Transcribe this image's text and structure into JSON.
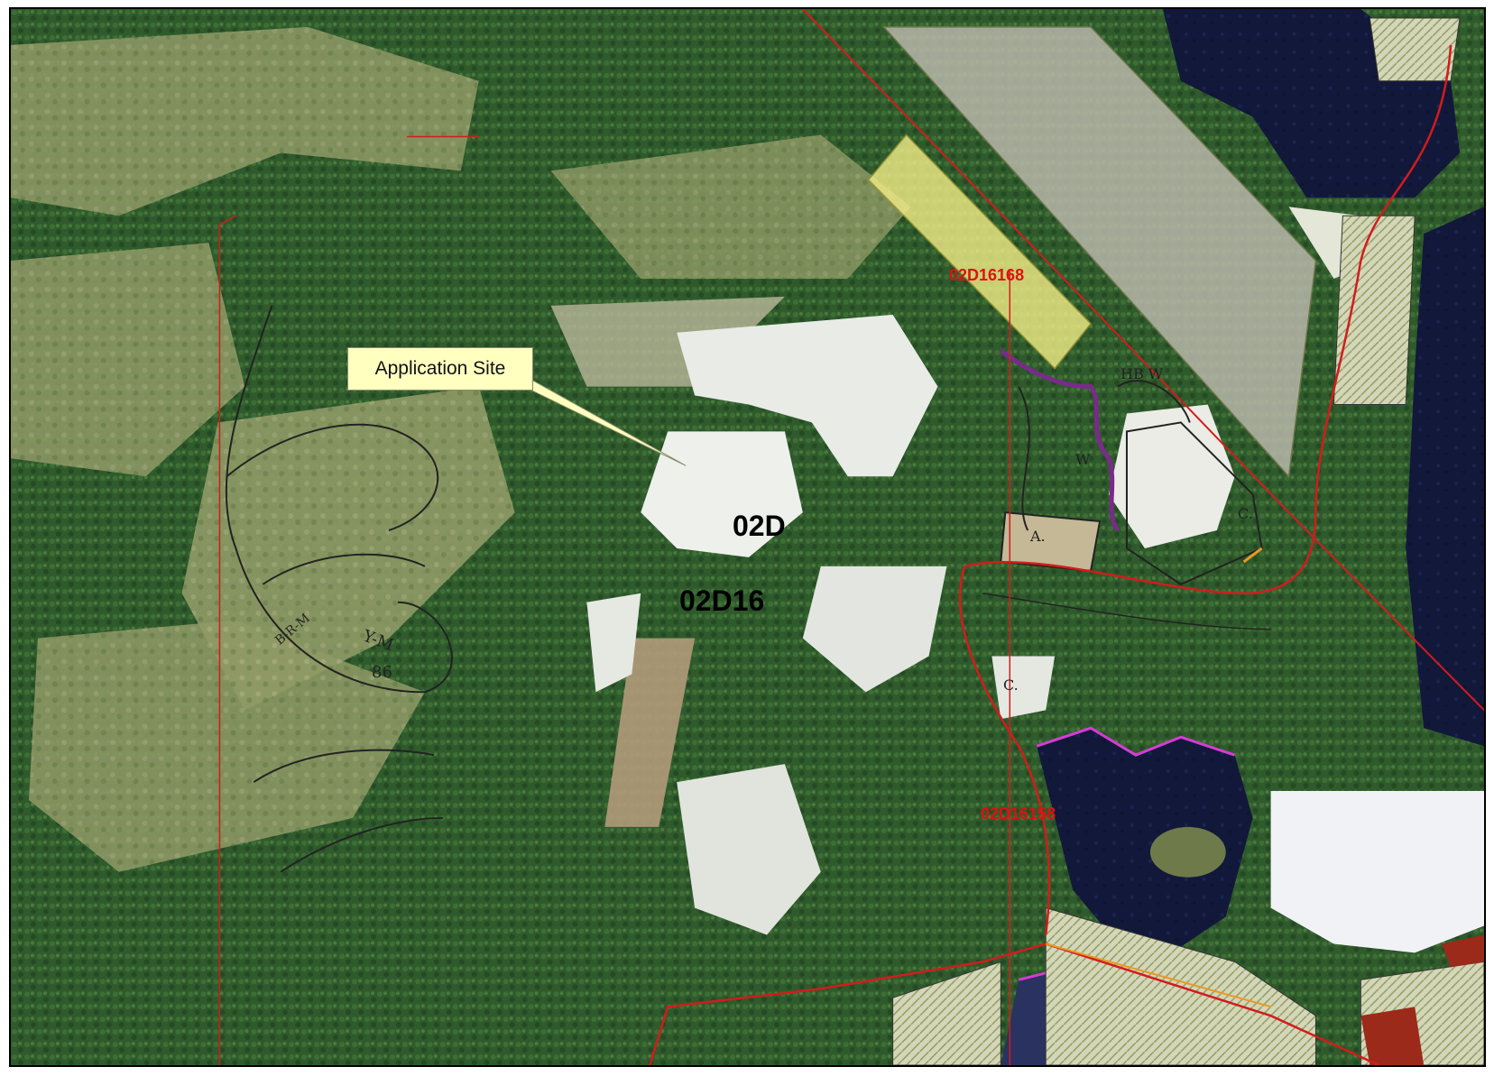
{
  "map": {
    "callout": {
      "text": "Application Site"
    },
    "labels": {
      "zone": "02D",
      "subzone": "02D16",
      "parcel_a": "02D16168",
      "parcel_b": "02D16158"
    },
    "handwritten": {
      "hb_w": "HB W",
      "t_w": "W",
      "a": "A.",
      "c1": "C.",
      "c2": "C.",
      "ym": "Y-M",
      "year": "86",
      "b": "B-R-M"
    }
  },
  "colors": {
    "forest": "#2f5a2c",
    "clearing": "#e8ebe6",
    "water": "#12183a",
    "parcel_yellow": "#f3ee86",
    "parcel_grey": "#b8b7a9",
    "red_line": "#d21c1c",
    "label_red": "#e01010",
    "purple": "#7a2a8a",
    "magenta": "#d63cd4"
  }
}
